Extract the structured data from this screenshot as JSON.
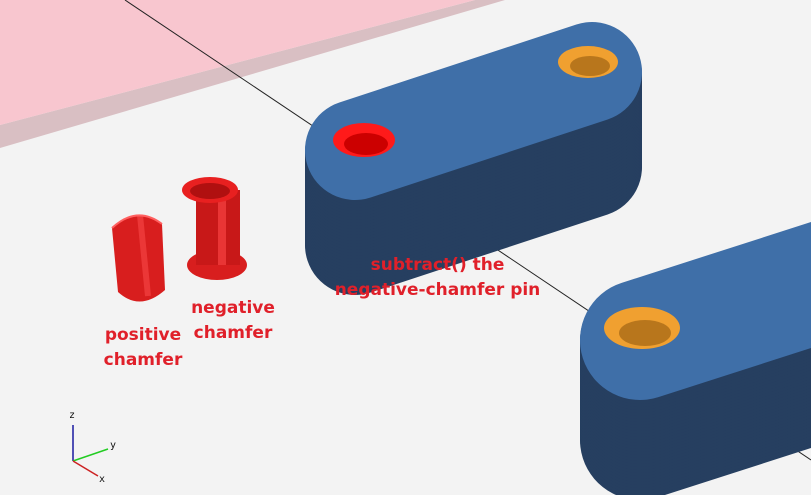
{
  "viewport": {
    "colors": {
      "background": "#f3f3f3",
      "plane": "#f8c6cf",
      "plane_edge": "#d8b8bd",
      "part_top": "#3f6fa8",
      "part_side": "#263f60",
      "hole_red": "#ff1a1a",
      "hole_orange": "#f0a030",
      "pin": "#d81e1e",
      "label": "#e0202a"
    }
  },
  "labels": {
    "positive": [
      "positive",
      "chamfer"
    ],
    "negative": [
      "negative",
      "chamfer"
    ],
    "subtract": [
      "subtract() the",
      "negative-chamfer pin"
    ]
  },
  "axes": {
    "x": "x",
    "y": "y",
    "z": "z"
  }
}
